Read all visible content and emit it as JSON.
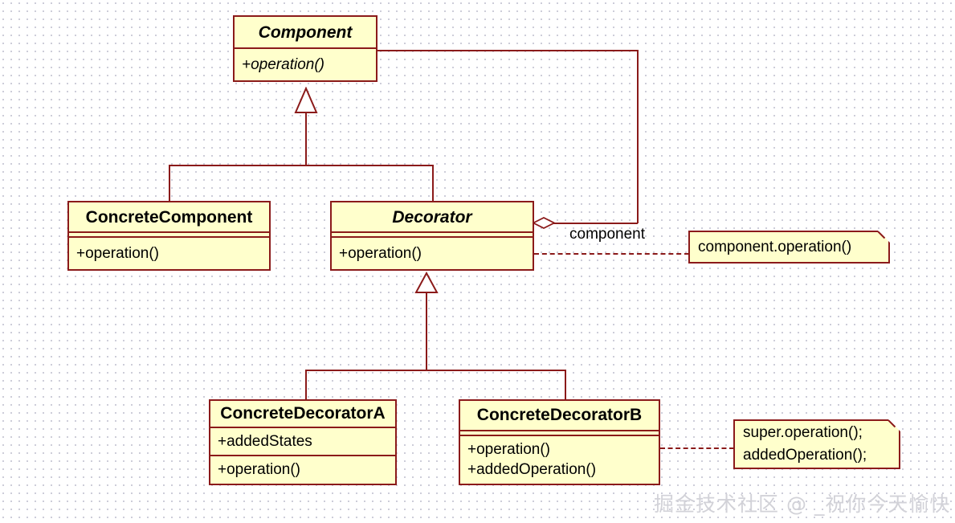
{
  "diagram": {
    "title": "Decorator Pattern UML Class Diagram",
    "colors": {
      "box_fill": "#FFFFCC",
      "box_border": "#8B1A1A",
      "canvas_bg": "#FFFFFF",
      "grid_dot": "#C9C9D6",
      "text": "#000000",
      "watermark": "#D2D2D8"
    }
  },
  "classes": {
    "component": {
      "name": "Component",
      "abstract": true,
      "operations": "+operation()"
    },
    "concrete_component": {
      "name": "ConcreteComponent",
      "abstract": false,
      "operations": "+operation()"
    },
    "decorator": {
      "name": "Decorator",
      "abstract": true,
      "operations": "+operation()"
    },
    "concrete_decorator_a": {
      "name": "ConcreteDecoratorA",
      "abstract": false,
      "attributes": "+addedStates",
      "operations": "+operation()"
    },
    "concrete_decorator_b": {
      "name": "ConcreteDecoratorB",
      "abstract": false,
      "operations": "+operation()\n+addedOperation()"
    }
  },
  "notes": {
    "decorator_note": {
      "text": "component.operation()"
    },
    "concrete_decorator_b_note": {
      "text": "super.operation();\naddedOperation();"
    }
  },
  "relationships": {
    "aggregation_label": "component"
  },
  "watermark": {
    "text": "掘金技术社区 @ _祝你今天愉快"
  }
}
